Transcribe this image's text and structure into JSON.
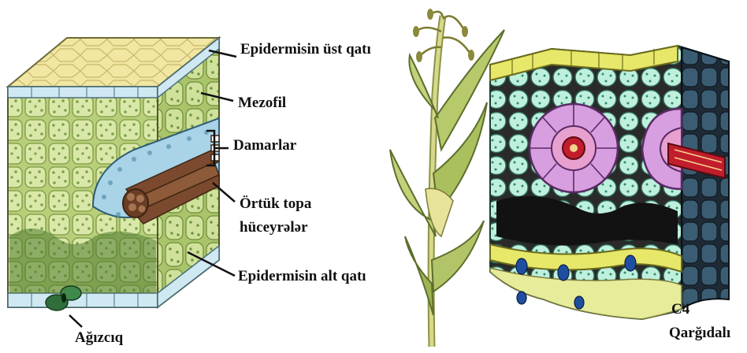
{
  "left_diagram": {
    "labels": {
      "upper_epidermis": "Epidermisin üst qatı",
      "mesophyll": "Mezofil",
      "veins": "Damarlar",
      "bundle_sheath_line1": "Örtük topa",
      "bundle_sheath_line2": "hüceyrələr",
      "lower_epidermis": "Epidermisin alt qatı",
      "stoma": "Ağızcıq"
    }
  },
  "right_diagram": {
    "labels": {
      "type_line1": "C4",
      "type_line2": "Qarğıdalı"
    }
  },
  "colors": {
    "epidermis_top": "#f1e6a2",
    "epidermis_blue": "#cfe8f1",
    "mesophyll": "#d7e6a6",
    "mesophyll_dark": "#9fbb5e",
    "bundle_sheath": "#a9d3e6",
    "vein": "#8a5a3c",
    "c4_sheath": "#c77fd0",
    "c4_mesophyll": "#b9ecd9",
    "c4_epidermis": "#e7e86a",
    "c4_dark": "#1a1a1a"
  }
}
